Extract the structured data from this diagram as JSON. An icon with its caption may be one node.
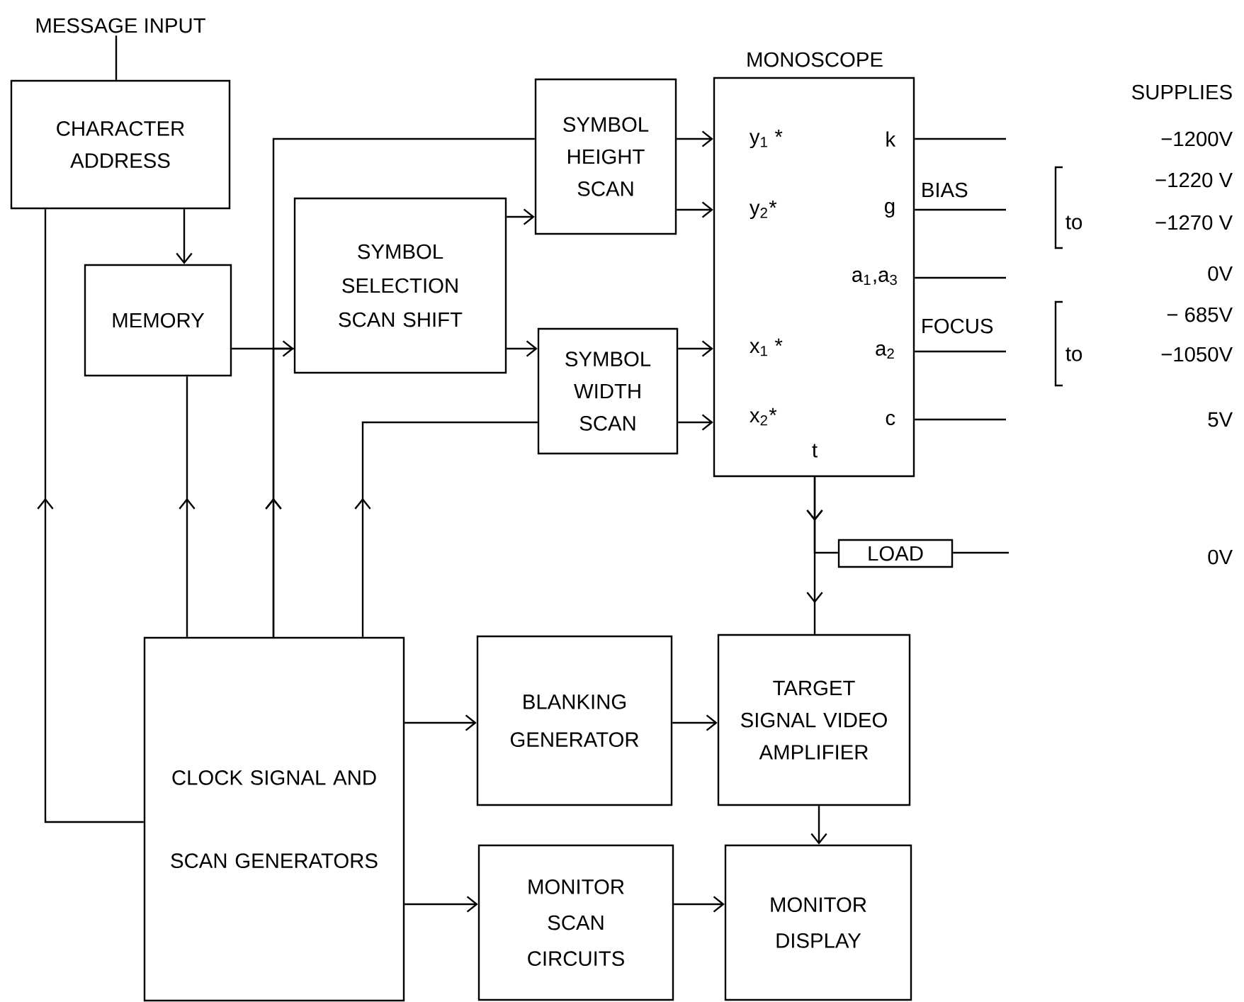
{
  "diagram": {
    "nodes": [
      {
        "text": [
          "MESSAGE INPUT"
        ]
      },
      {
        "text": [
          "CHARACTER ADDRESS"
        ]
      },
      {
        "text": [
          "MEMORY"
        ]
      },
      {
        "text": [
          "SYMBOL SELECTION SCAN SHIFT"
        ]
      },
      {
        "text": [
          "SYMBOL HEIGHT SCAN"
        ]
      },
      {
        "text": [
          "SYMBOL WIDTH SCAN"
        ]
      },
      {
        "text": [
          "MONOSCOPE",
          "y$_{1}$ *",
          "y$_{2}$*",
          "k",
          "g",
          "a$_{1}$,a$_{3}$",
          "x$_{1}$ *",
          "a$_{2}$",
          "x$_{2}$*",
          "c",
          "t"
        ]
      },
      {
        "text": [
          "LOAD"
        ]
      },
      {
        "text": [
          "CLOCK SIGNAL AND SCAN GENERATORS"
        ]
      },
      {
        "text": [
          "BLANKING GENERATOR"
        ]
      },
      {
        "text": [
          "TARGET SIGNAL VIDEO AMPLIFIER"
        ]
      },
      {
        "text": [
          "MONITOR SCAN CIRCUITS"
        ]
      },
      {
        "text": [
          "MONITOR DISPLAY"
        ]
      }
    ],
    "edges": [
      {
        "from": 0,
        "to": 1,
        "arrow": "none"
      },
      {
        "from": 1,
        "to": 2,
        "arrow": "to"
      },
      {
        "from": 8,
        "to": 1,
        "arrow": "to"
      },
      {
        "from": 8,
        "to": 2,
        "arrow": "to"
      },
      {
        "from": 2,
        "to": 3,
        "arrow": "to"
      },
      {
        "from": 8,
        "to": 3,
        "arrow": "to"
      },
      {
        "from": 8,
        "to": 4,
        "arrow": "to"
      },
      {
        "from": 8,
        "to": 5,
        "arrow": "to"
      },
      {
        "from": 3,
        "to": 4,
        "arrow": "to"
      },
      {
        "from": 3,
        "to": 5,
        "arrow": "to"
      },
      {
        "from": 4,
        "to": 6,
        "arrow": "to"
      },
      {
        "from": 4,
        "to": 6,
        "arrow": "to"
      },
      {
        "from": 5,
        "to": 6,
        "arrow": "to"
      },
      {
        "from": 5,
        "to": 6,
        "arrow": "to"
      },
      {
        "from": 6,
        "to": 7,
        "arrow": "to"
      },
      {
        "from": 6,
        "to": 10,
        "arrow": "to"
      },
      {
        "from": 7,
        "to": null,
        "arrow": "none"
      },
      {
        "from": 6,
        "to": null,
        "arrow": "none"
      },
      {
        "from": 6,
        "to": null,
        "arrow": "none"
      },
      {
        "from": 6,
        "to": null,
        "arrow": "none"
      },
      {
        "from": 6,
        "to": null,
        "arrow": "none"
      },
      {
        "from": 6,
        "to": null,
        "arrow": "none"
      },
      {
        "from": 8,
        "to": 9,
        "arrow": "to"
      },
      {
        "from": 9,
        "to": 10,
        "arrow": "to"
      },
      {
        "from": 10,
        "to": 12,
        "arrow": "to"
      },
      {
        "from": 8,
        "to": 11,
        "arrow": "to"
      },
      {
        "from": 11,
        "to": 12,
        "arrow": "to"
      }
    ],
    "labels": [
      "SUPPLIES",
      "−1200V",
      "BIAS",
      "−1220 V",
      "to",
      "−1270 V",
      "0V",
      "FOCUS",
      "− 685V",
      "to",
      "−1050V",
      "5V",
      "0V"
    ]
  }
}
